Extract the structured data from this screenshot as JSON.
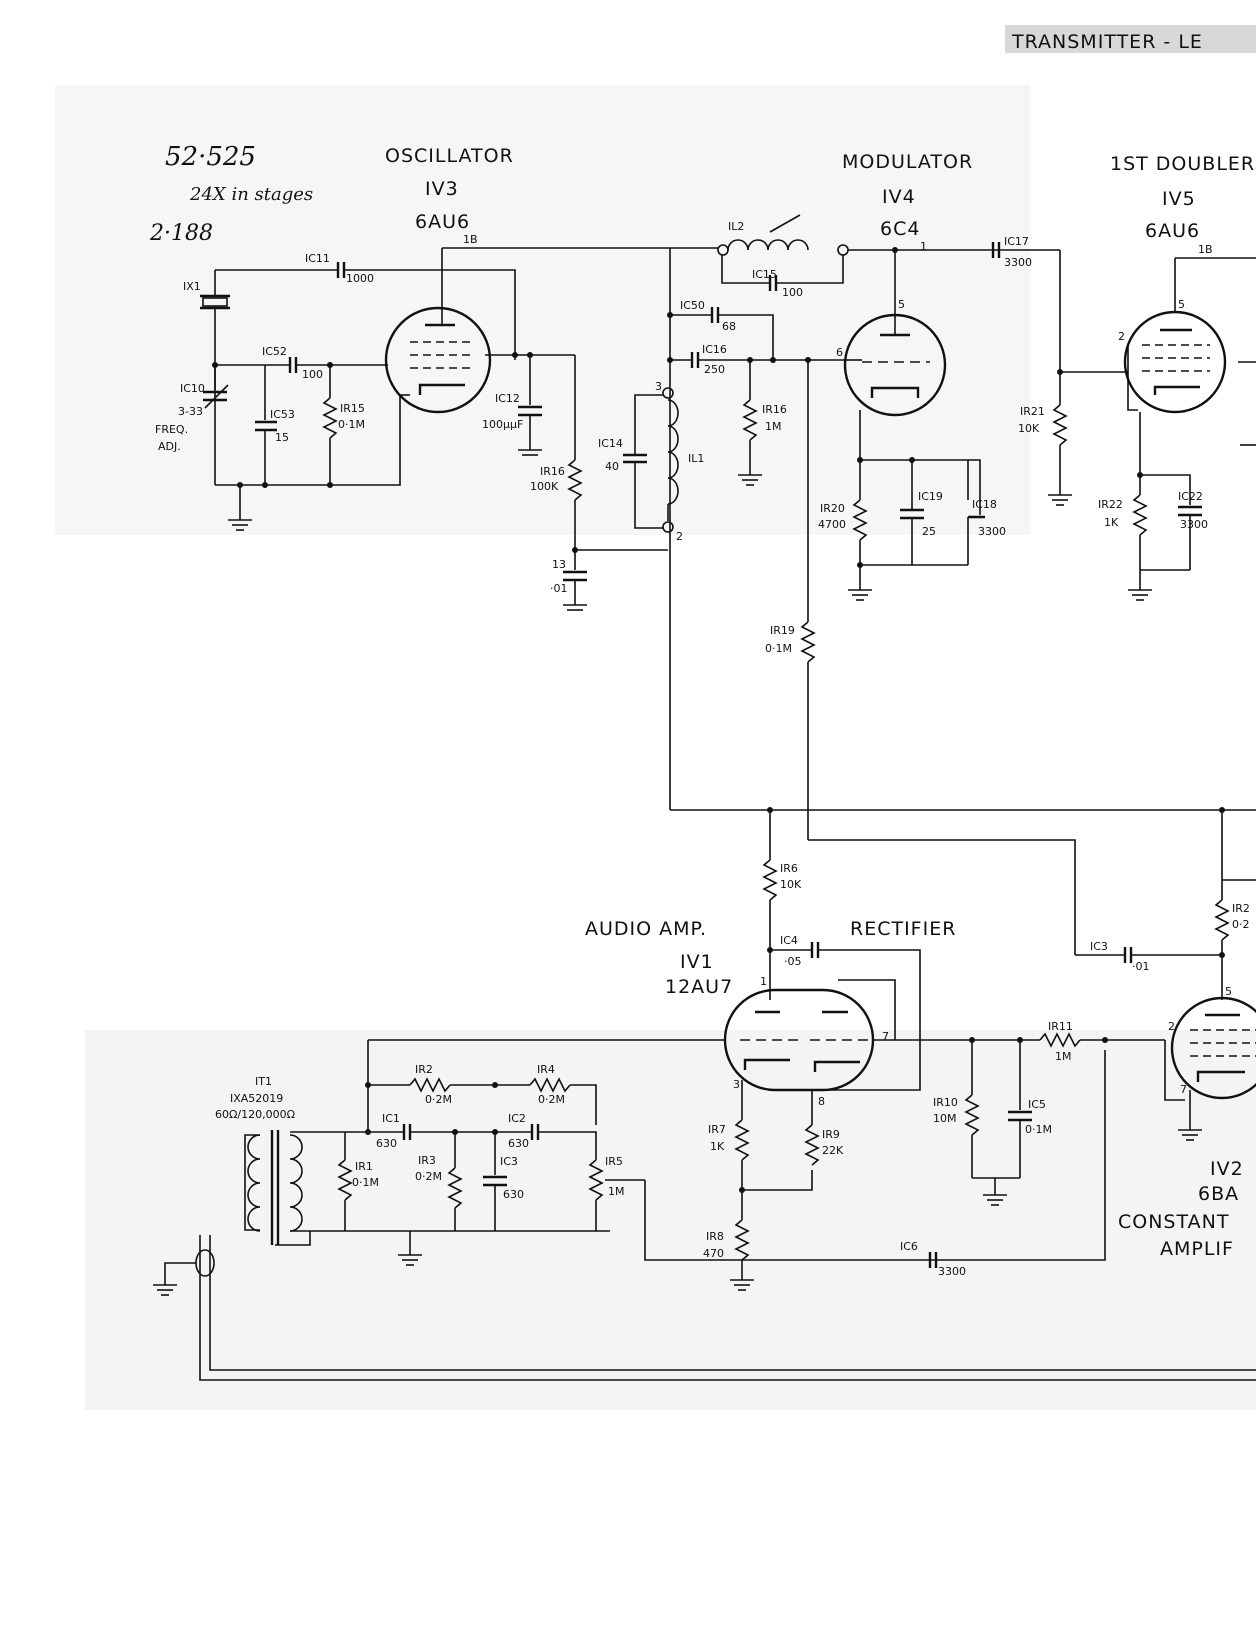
{
  "header": {
    "title": "TRANSMITTER - LE"
  },
  "notes": {
    "freq": "52·525",
    "stages": "24X in stages",
    "xtal": "2·188"
  },
  "stages": {
    "oscillator": {
      "name": "OSCILLATOR",
      "ref": "IV3",
      "type": "6AU6"
    },
    "modulator": {
      "name": "MODULATOR",
      "ref": "IV4",
      "type": "6C4"
    },
    "doubler": {
      "name": "1ST DOUBLER",
      "ref": "IV5",
      "type": "6AU6"
    },
    "audio_amp": {
      "name": "AUDIO AMP.",
      "ref": "IV1",
      "type": "12AU7"
    },
    "rectifier": {
      "name": "RECTIFIER"
    },
    "const_amp": {
      "name1": "CONSTANT",
      "name2": "AMPLIF",
      "ref": "IV2",
      "type": "6BA"
    }
  },
  "transformer": {
    "ref": "IT1",
    "part": "IXA52019",
    "ratio": "60Ω/120,000Ω"
  },
  "components": {
    "ix1": "IX1",
    "c10": "IC10",
    "c10_val": "3-33",
    "freq_adj_1": "FREQ.",
    "freq_adj_2": "ADJ.",
    "c11": "IC11",
    "c11_val": "1000",
    "c52": "IC52",
    "c52_val": "100",
    "c53": "IC53",
    "c53_val": "15",
    "r15": "IR15",
    "r15_val": "0·1M",
    "c12": "IC12",
    "c12_val": "100μμF",
    "r16a": "IR16",
    "r16a_val": "100K",
    "c13": "13",
    "c13_val": "·01",
    "l2": "IL2",
    "c15": "IC15",
    "c15_val": "100",
    "c50": "IC50",
    "c50_val": "68",
    "c16": "IC16",
    "c16_val": "250",
    "c14": "IC14",
    "c14_val": "40",
    "l1": "IL1",
    "r16b": "IR16",
    "r16b_val": "1M",
    "c17": "IC17",
    "c17_val": "3300",
    "r20": "IR20",
    "r20_val": "4700",
    "c19": "IC19",
    "c19_val": "25",
    "c18": "IC18",
    "c18_val": "3300",
    "r19": "IR19",
    "r19_val": "0·1M",
    "r21": "IR21",
    "r21_val": "10K",
    "r22": "IR22",
    "r22_val": "1K",
    "c22": "IC22",
    "c22_val": "3300",
    "r6": "IR6",
    "r6_val": "10K",
    "c4": "IC4",
    "c4_val": "·05",
    "c3a": "IC3",
    "c3a_val": "·01",
    "r22b": "IR2",
    "r22b_val": "0·2",
    "r2": "IR2",
    "r2_val": "0·2M",
    "r4": "IR4",
    "r4_val": "0·2M",
    "c1": "IC1",
    "c1_val": "630",
    "c2": "IC2",
    "c2_val": "630",
    "r1": "IR1",
    "r1_val": "0·1M",
    "r3": "IR3",
    "r3_val": "0·2M",
    "c3": "IC3",
    "c3_val": "630",
    "r5": "IR5",
    "r5_val": "1M",
    "r7": "IR7",
    "r7_val": "1K",
    "r9": "IR9",
    "r9_val": "22K",
    "r8": "IR8",
    "r8_val": "470",
    "r10": "IR10",
    "r10_val": "10M",
    "c5": "IC5",
    "c5_val": "0·1M",
    "r11": "IR11",
    "r11_val": "1M",
    "c6": "IC6",
    "c6_val": "3300"
  }
}
